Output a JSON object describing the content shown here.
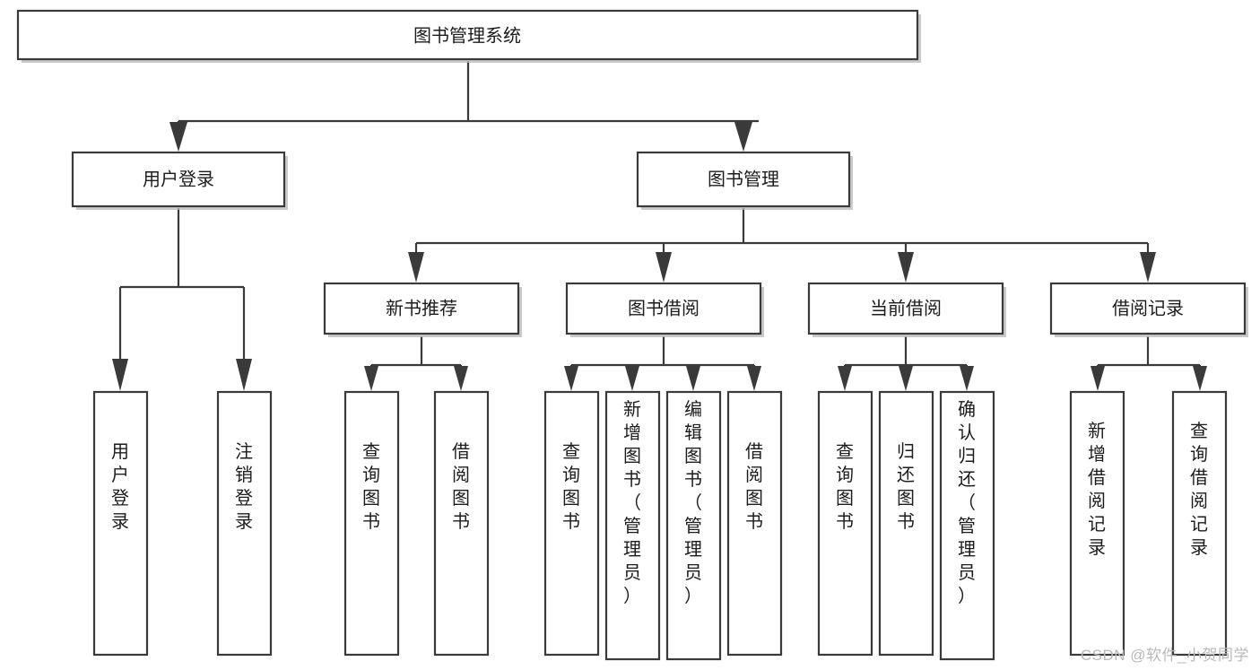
{
  "diagram": {
    "type": "tree-hierarchy-chart",
    "title": "图书管理系统",
    "colors": {
      "box_stroke": "#3a3a3a",
      "box_fill": "#ffffff",
      "line": "#3a3a3a",
      "text": "#1c1c1c",
      "background": "#ffffff",
      "watermark": "#b9b9b9"
    },
    "root": {
      "label": "图书管理系统",
      "orientation": "horizontal"
    },
    "level2": [
      {
        "label": "用户登录",
        "orientation": "horizontal"
      },
      {
        "label": "图书管理",
        "orientation": "horizontal"
      }
    ],
    "level3": [
      {
        "label": "新书推荐",
        "orientation": "horizontal",
        "parent": "图书管理"
      },
      {
        "label": "图书借阅",
        "orientation": "horizontal",
        "parent": "图书管理"
      },
      {
        "label": "当前借阅",
        "orientation": "horizontal",
        "parent": "图书管理"
      },
      {
        "label": "借阅记录",
        "orientation": "horizontal",
        "parent": "图书管理"
      }
    ],
    "leaves": {
      "user_login": [
        {
          "label": "用户登录",
          "orientation": "vertical"
        },
        {
          "label": "注销登录",
          "orientation": "vertical"
        }
      ],
      "new_book_recommend": [
        {
          "label": "查询图书",
          "orientation": "vertical"
        },
        {
          "label": "借阅图书",
          "orientation": "vertical"
        }
      ],
      "book_borrow": [
        {
          "label": "查询图书",
          "orientation": "vertical"
        },
        {
          "label": "新增图书（管理员）",
          "orientation": "vertical"
        },
        {
          "label": "编辑图书（管理员）",
          "orientation": "vertical"
        },
        {
          "label": "借阅图书",
          "orientation": "vertical"
        }
      ],
      "current_borrow": [
        {
          "label": "查询图书",
          "orientation": "vertical"
        },
        {
          "label": "归还图书",
          "orientation": "vertical"
        },
        {
          "label": "确认归还（管理员）",
          "orientation": "vertical"
        }
      ],
      "borrow_record": [
        {
          "label": "新增借阅记录",
          "orientation": "vertical"
        },
        {
          "label": "查询借阅记录",
          "orientation": "vertical"
        }
      ]
    }
  },
  "watermark": {
    "text": "CSDN @软件_小贺同学"
  }
}
